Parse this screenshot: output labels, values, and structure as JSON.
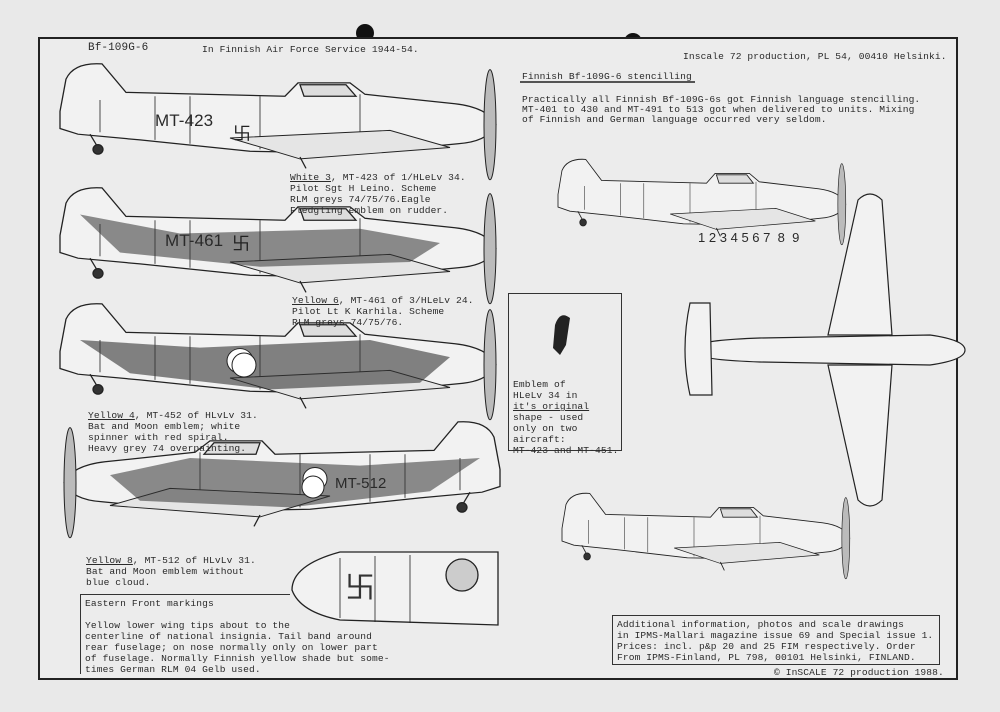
{
  "header": {
    "title": "Bf-109G-6",
    "subtitle": "In Finnish Air Force Service 1944-54.",
    "publisher": "Inscale 72 production, PL 54, 00410 Helsinki."
  },
  "stencilling": {
    "heading": "Finnish Bf-109G-6 stencilling",
    "text": [
      "Practically all Finnish Bf-109G-6s got Finnish language stencilling.",
      "MT-401 to 430 and MT-491 to 513 got when delivered to units. Mixing",
      "of Finnish and German language occurred very seldom."
    ],
    "callouts": [
      "1",
      "2",
      "3",
      "4",
      "5",
      "6",
      "7",
      "8",
      "9"
    ]
  },
  "aircraft": [
    {
      "code": "MT-423",
      "label": "White 3",
      "text": [
        ", MT-423 of 1/HLeLv 34.",
        "Pilot Sgt H Leino. Scheme",
        "RLM greys 74/75/76.Eagle",
        "Fledgling emblem on rudder."
      ]
    },
    {
      "code": "MT-461",
      "label": "Yellow 6",
      "text": [
        ", MT-461 of 3/HLeLv 24.",
        "Pilot Lt K Karhila. Scheme",
        "RLM greys 74/75/76."
      ]
    },
    {
      "code": "MT-452",
      "label": "Yellow 4",
      "text": [
        ", MT-452 of HLvLv 31.",
        "Bat and Moon emblem; white",
        "spinner with red spiral.",
        "Heavy grey 74 overpainting."
      ]
    },
    {
      "code": "MT-512",
      "label": "Yellow 8",
      "text": [
        ", MT-512 of HLvLv 31.",
        "Bat and Moon emblem without",
        "blue cloud."
      ]
    }
  ],
  "emblem": {
    "text": [
      "Emblem of",
      "HLeLv 34 in"
    ],
    "underlined": "it's original",
    "text2": [
      "shape - used",
      "only on two",
      "aircraft:",
      "MT-423 and MT-451."
    ]
  },
  "eastern_front": {
    "heading": "Eastern Front markings",
    "text": [
      "Yellow lower wing tips about to the",
      "centerline of national insignia. Tail band around",
      "rear fuselage; on nose normally only on lower part",
      "of fuselage. Normally Finnish yellow shade but some-",
      "times German RLM 04 Gelb used."
    ]
  },
  "info": {
    "text": [
      "Additional information, photos and scale drawings",
      "in IPMS-Mallari magazine issue 69 and Special issue 1.",
      "Prices: incl. p&p 20 and 25 FIM respectively. Order",
      "From IPMS-Finland, PL 798, 00101 Helsinki, FINLAND."
    ],
    "copyright": "© InSCALE 72 production 1988."
  }
}
